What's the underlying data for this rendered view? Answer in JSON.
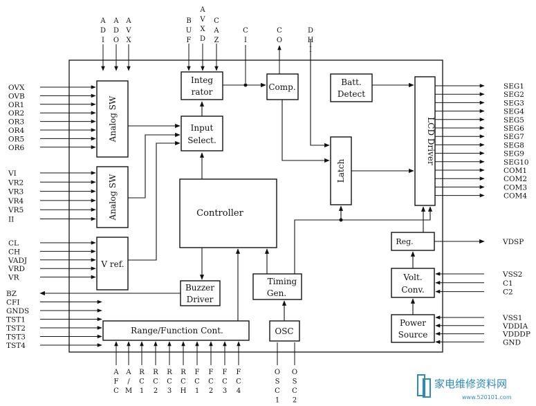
{
  "blocks": {
    "analog_sw_1": "Analog SW",
    "analog_sw_2": "Analog SW",
    "integrator": [
      "Integ",
      "rator"
    ],
    "comp": "Comp.",
    "batt": [
      "Batt.",
      "Detect"
    ],
    "lcd_driver": "LCD Driver",
    "input_select": [
      "Input",
      "Select."
    ],
    "latch": "Latch",
    "controller": "Controller",
    "vref": "V ref.",
    "buzzer": [
      "Buzzer",
      "Driver"
    ],
    "timing": [
      "Timing",
      "Gen."
    ],
    "osc": "OSC",
    "reg": "Reg.",
    "volt_conv": [
      "Volt.",
      "Conv."
    ],
    "power_source": [
      "Power",
      "Source"
    ],
    "range_cont": "Range/Function Cont."
  },
  "pins": {
    "top_left": [
      "ADI",
      "ADO",
      "AVX"
    ],
    "top_mid": [
      "BUF",
      "AVXD",
      "CAZ",
      "CI",
      "CO",
      "DHI"
    ],
    "left_group1": [
      "OVX",
      "OVB",
      "OR1",
      "OR2",
      "OR3",
      "OR4",
      "OR5",
      "OR6"
    ],
    "left_group2": [
      "VI",
      "VR2",
      "VR3",
      "VR4",
      "VR5",
      "II"
    ],
    "left_group3": [
      "CL",
      "CH",
      "VADJ",
      "VRD",
      "VR"
    ],
    "left_group4": [
      "BZ",
      "CFI",
      "GNDS",
      "TST1",
      "TST2",
      "TST3",
      "TST4"
    ],
    "right_seg": [
      "SEG1",
      "SEG2",
      "SEG3",
      "SEG4",
      "SEG5",
      "SEG6",
      "SEG7",
      "SEG8",
      "SEG9",
      "SEG10",
      "COM1",
      "COM2",
      "COM3",
      "COM4"
    ],
    "right_vdsp": "VDSP",
    "right_conv": [
      "VSS2",
      "C1",
      "C2"
    ],
    "right_power": [
      "VSS1",
      "VDDIA",
      "VDDDP",
      "GND"
    ],
    "bottom": [
      "AFC",
      "A/M",
      "RC1",
      "RC2",
      "RC3",
      "RCH",
      "FC1",
      "FC2",
      "FC3",
      "FC4",
      "OSC1",
      "OSC2"
    ]
  },
  "watermark": {
    "text": "家电维修资料网",
    "url": "www.520101.com"
  }
}
